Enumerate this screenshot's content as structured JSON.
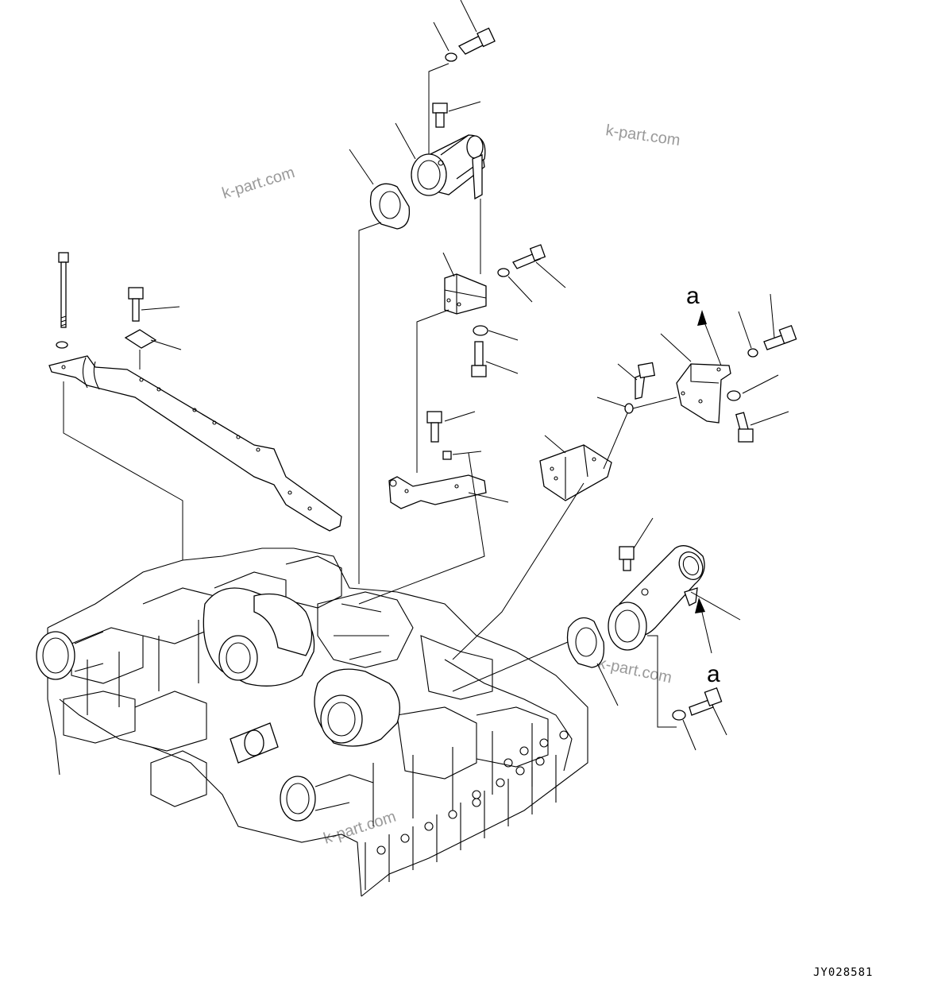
{
  "drawing": {
    "code": "JY028581",
    "watermarks": [
      "k-part.com",
      "k-part.com",
      "k-part.com",
      "k-part.com"
    ],
    "view_labels": [
      "a",
      "a"
    ]
  }
}
